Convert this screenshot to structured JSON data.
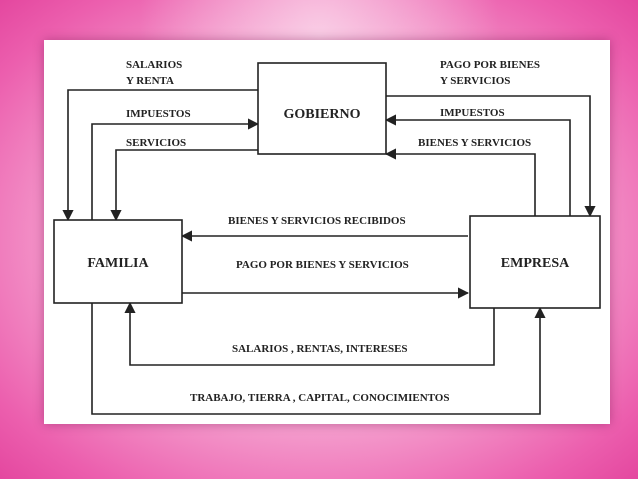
{
  "nodes": {
    "gobierno": "GOBIERNO",
    "familia": "FAMILIA",
    "empresa": "EMPRESA"
  },
  "labels": {
    "salarios_renta_1": "SALARIOS",
    "salarios_renta_2": "Y RENTA",
    "impuestos_left": "IMPUESTOS",
    "servicios": "SERVICIOS",
    "pago_bienes_1": "PAGO POR BIENES",
    "pago_bienes_2": "Y  SERVICIOS",
    "impuestos_right": "IMPUESTOS",
    "bienes_servicios": "BIENES Y SERVICIOS",
    "bienes_recibidos": "BIENES Y  SERVICIOS RECIBIDOS",
    "pago_familia": "PAGO POR BIENES Y SERVICIOS",
    "salarios_intereses": "SALARIOS , RENTAS, INTERESES",
    "trabajo": "TRABAJO, TIERRA , CAPITAL, CONOCIMIENTOS"
  },
  "colors": {
    "background": "#f7b3d8",
    "accent": "#e4479f",
    "line": "#222222"
  }
}
